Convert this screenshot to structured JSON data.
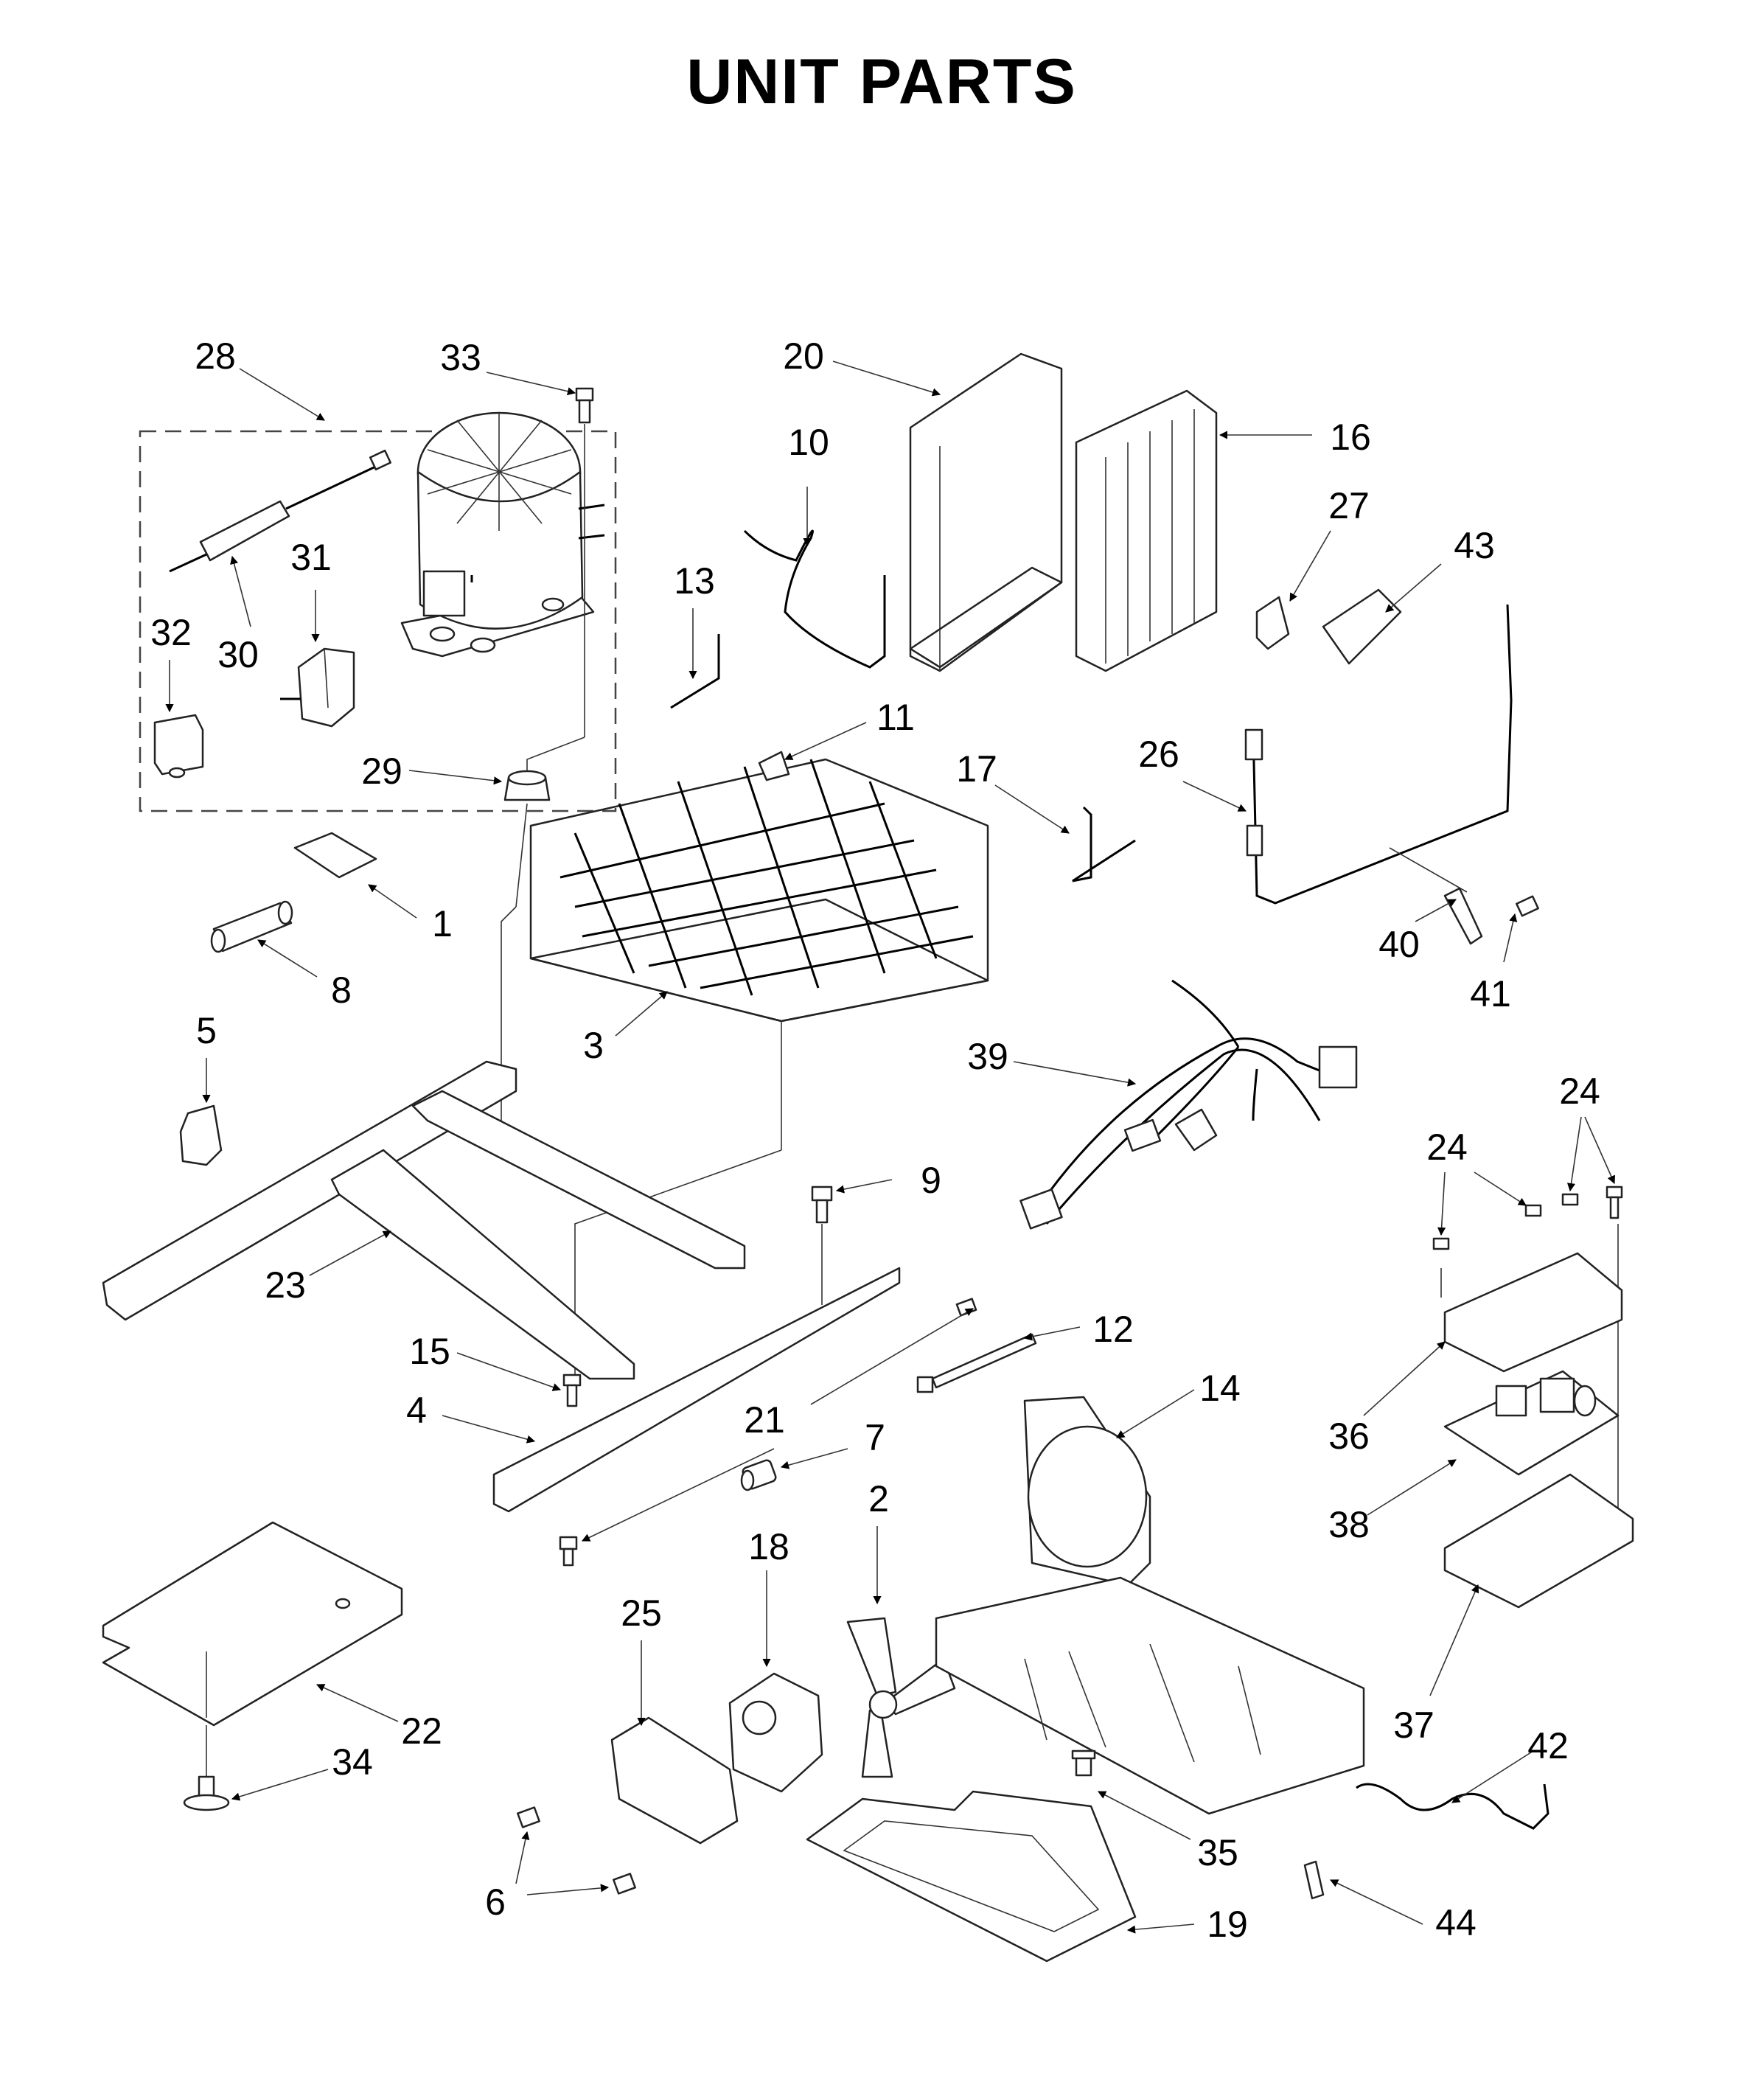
{
  "title": "UNIT PARTS",
  "callouts": [
    "1",
    "2",
    "3",
    "4",
    "5",
    "6",
    "7",
    "8",
    "9",
    "10",
    "11",
    "12",
    "13",
    "14",
    "15",
    "16",
    "17",
    "18",
    "19",
    "20",
    "21",
    "22",
    "23",
    "24",
    "24",
    "24",
    "25",
    "26",
    "27",
    "28",
    "29",
    "30",
    "31",
    "32",
    "33",
    "34",
    "35",
    "36",
    "37",
    "38",
    "39",
    "40",
    "41",
    "42",
    "43",
    "44"
  ]
}
